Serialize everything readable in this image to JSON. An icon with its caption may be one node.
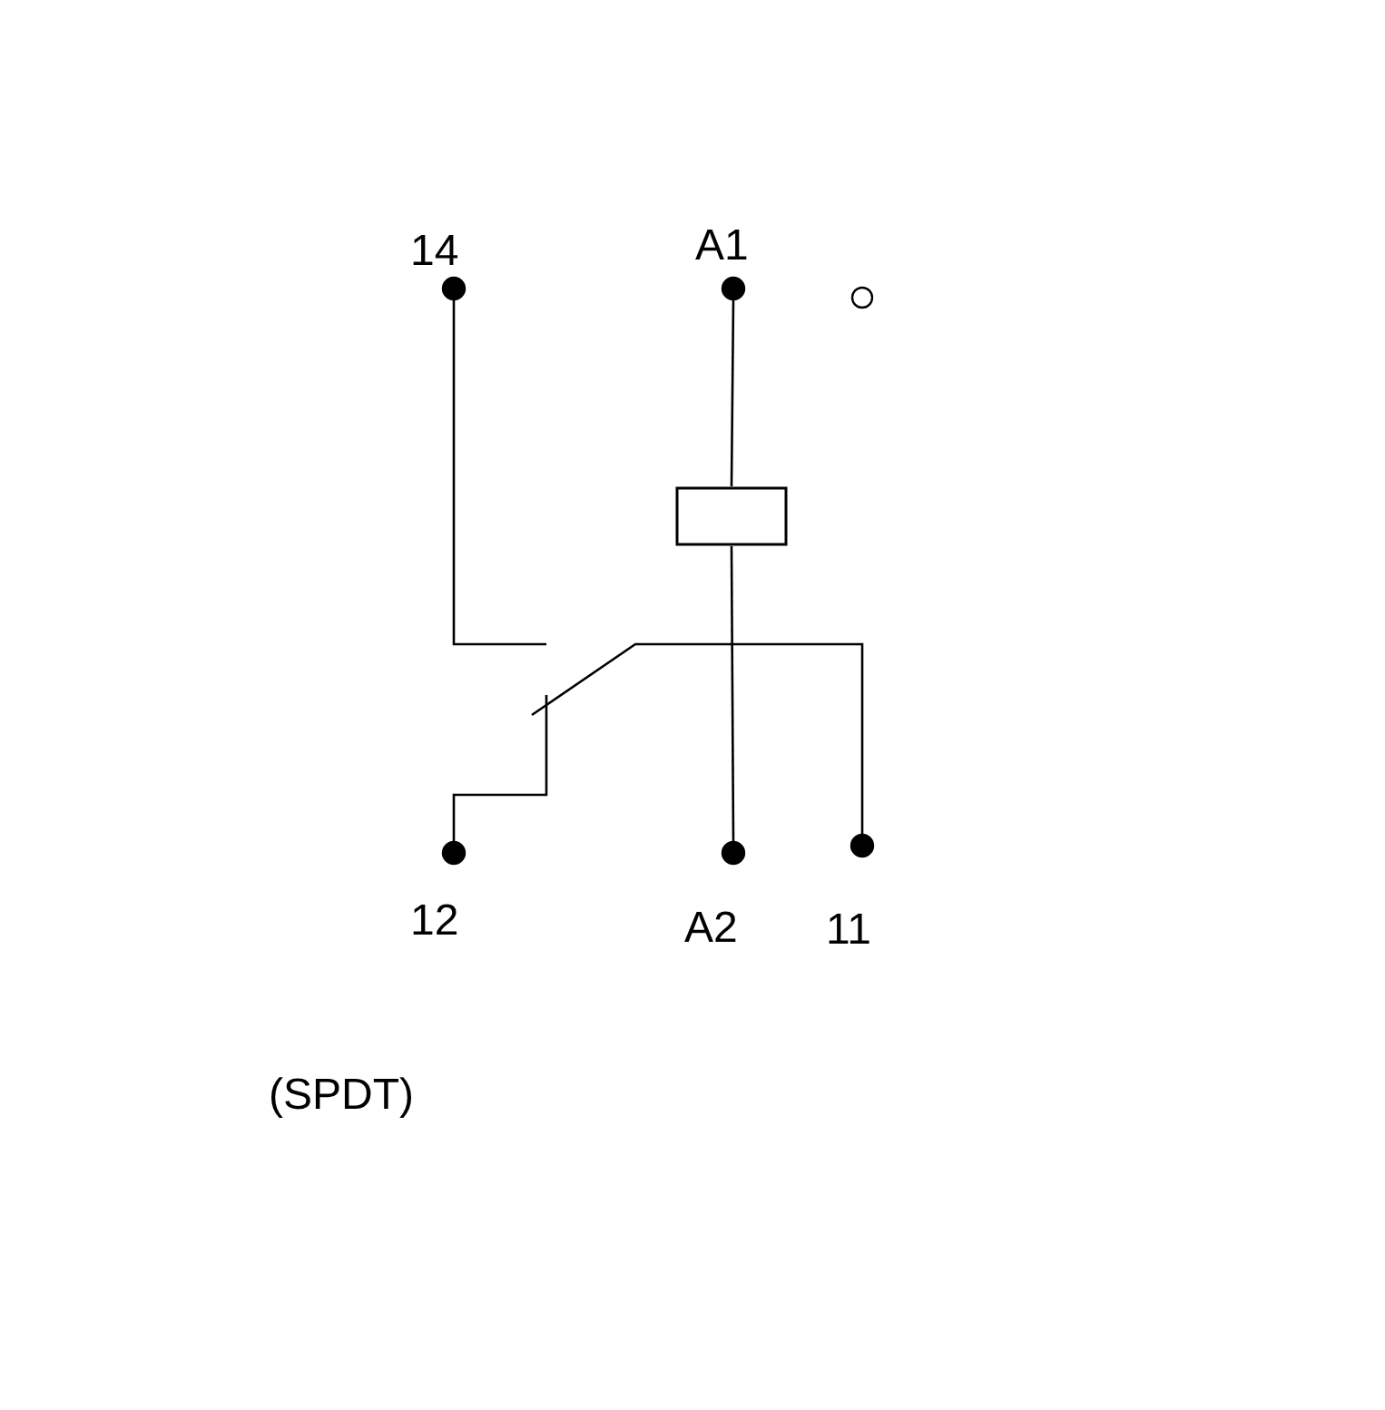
{
  "diagram": {
    "nodes": [
      {
        "text": [],
        "shape": "circle",
        "beside": [
          "14"
        ]
      },
      {
        "text": [],
        "shape": "circle",
        "beside": [
          "A1"
        ]
      },
      {
        "text": [],
        "shape": "box"
      },
      {
        "text": [],
        "shape": "circle",
        "beside": [
          "12"
        ]
      },
      {
        "text": [],
        "shape": "circle",
        "beside": [
          "A2"
        ]
      },
      {
        "text": [],
        "shape": "circle",
        "beside": [
          "11"
        ]
      },
      {
        "text": [],
        "shape": "circle"
      }
    ],
    "edges": [
      {
        "from": 1,
        "to": 2,
        "arrow": "none"
      },
      {
        "from": 2,
        "to": 4,
        "arrow": "none"
      },
      {
        "from": 3,
        "to": 5,
        "arrow": "none"
      },
      {
        "from": 0,
        "to": null,
        "arrow": "none"
      }
    ],
    "labels": [
      "(SPDT)"
    ]
  }
}
